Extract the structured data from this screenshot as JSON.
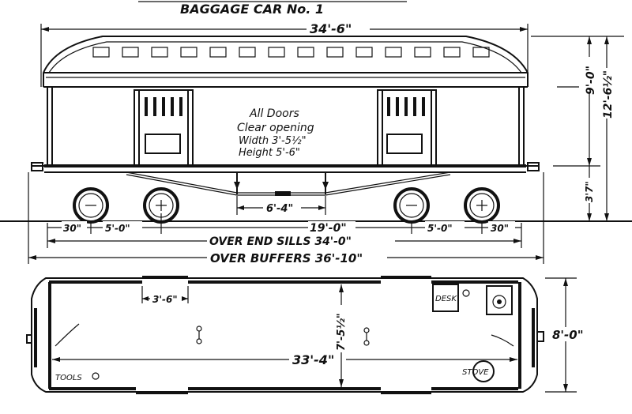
{
  "title": "BAGGAGE CAR No. 1",
  "elevation": {
    "overall_length": "34'-6\"",
    "height_roof": "9'-0\"",
    "height_total": "12'-6½\"",
    "height_sill": "3'7\"",
    "door_note": [
      "All Doors",
      "Clear opening",
      "Width 3'-5½\"",
      "Height 5'-6\""
    ],
    "truss_span": "6'-4\"",
    "truck_centers": "19'-0\"",
    "end_left": "30\"",
    "wheelbase_left": "5'-0\"",
    "wheelbase_right": "5'-0\"",
    "end_right": "30\"",
    "over_end_sills": "OVER END SILLS 34'-0\"",
    "over_buffers": "OVER BUFFERS 36'-10\""
  },
  "plan": {
    "door_width": "3'-6\"",
    "inside_length": "33'-4\"",
    "inside_width": "7'-5½\"",
    "outside_width": "8'-0\"",
    "desk": "DESK",
    "tools": "TOOLS",
    "stove": "STOVE"
  }
}
